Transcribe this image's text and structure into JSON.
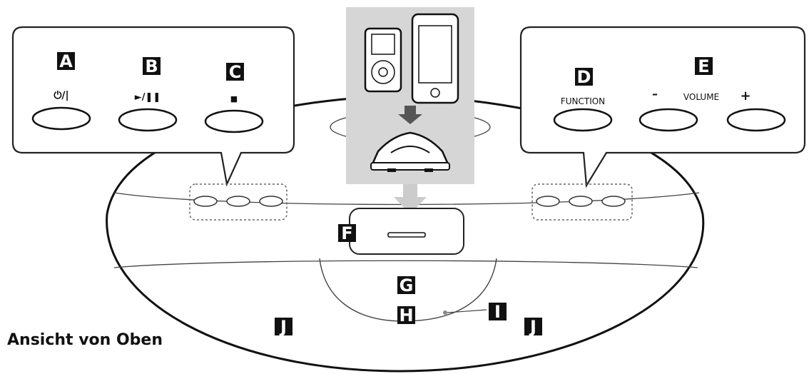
{
  "markers": {
    "a": "A",
    "b": "B",
    "c": "C",
    "d": "D",
    "e": "E",
    "f": "F",
    "g": "G",
    "h": "H",
    "i": "I",
    "j": "J"
  },
  "buttons": {
    "power_symbol": "⏻/|",
    "play_pause_symbol": "►/❚❚",
    "stop_symbol": "■",
    "function_label": "FUNCTION",
    "volume_label": "VOLUME",
    "volume_minus": "–",
    "volume_plus": "+"
  },
  "caption": "Ansicht von Oben"
}
